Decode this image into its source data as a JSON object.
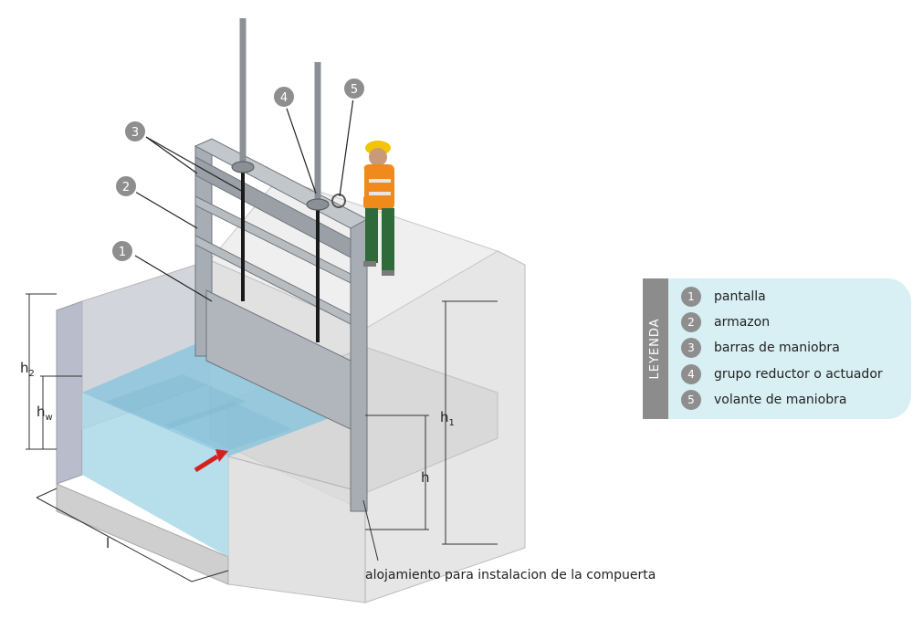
{
  "legend": {
    "title": "LEYENDA",
    "items": [
      {
        "num": "1",
        "label": "pantalla"
      },
      {
        "num": "2",
        "label": "armazon"
      },
      {
        "num": "3",
        "label": "barras de maniobra"
      },
      {
        "num": "4",
        "label": "grupo reductor o actuador"
      },
      {
        "num": "5",
        "label": "volante de maniobra"
      }
    ]
  },
  "callouts": [
    "1",
    "2",
    "3",
    "4",
    "5"
  ],
  "dimensions": {
    "h2_main": "h",
    "h2_sub": "2",
    "hw_main": "h",
    "hw_sub": "w",
    "h1_main": "h",
    "h1_sub": "1",
    "h": "h",
    "l": "l"
  },
  "caption": "alojamiento para instalacion de la compuerta",
  "colors": {
    "water": "#9fd3e6",
    "concrete": "#d9d9d9",
    "frame": "#9aa0a6",
    "legend_bg": "#d8eff4",
    "legend_tab": "#8c8c8c",
    "arrow": "#d62020",
    "helmet": "#f5c400",
    "vest": "#f08a1c"
  }
}
